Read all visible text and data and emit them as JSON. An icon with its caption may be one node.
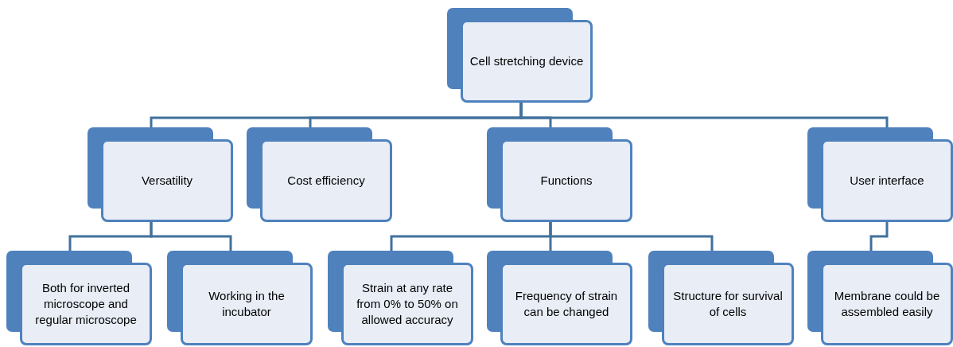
{
  "diagram": {
    "nodes": [
      {
        "text": [
          "Cell stretching device"
        ]
      },
      {
        "text": [
          "Versatility"
        ]
      },
      {
        "text": [
          "Cost efficiency"
        ]
      },
      {
        "text": [
          "Functions"
        ]
      },
      {
        "text": [
          "User interface"
        ]
      },
      {
        "text": [
          "Both for inverted microscope and regular microscope"
        ]
      },
      {
        "text": [
          "Working in the incubator"
        ]
      },
      {
        "text": [
          "Strain at any rate from 0% to 50% on allowed accuracy"
        ]
      },
      {
        "text": [
          "Frequency of strain can be changed"
        ]
      },
      {
        "text": [
          "Structure for survival of cells"
        ]
      },
      {
        "text": [
          "Membrane could be assembled easily"
        ]
      }
    ],
    "edges": [
      {
        "from": 0,
        "to": 1,
        "arrow": "none"
      },
      {
        "from": 0,
        "to": 2,
        "arrow": "none"
      },
      {
        "from": 0,
        "to": 3,
        "arrow": "none"
      },
      {
        "from": 0,
        "to": 4,
        "arrow": "none"
      },
      {
        "from": 1,
        "to": 5,
        "arrow": "none"
      },
      {
        "from": 1,
        "to": 6,
        "arrow": "none"
      },
      {
        "from": 3,
        "to": 7,
        "arrow": "none"
      },
      {
        "from": 3,
        "to": 8,
        "arrow": "none"
      },
      {
        "from": 3,
        "to": 9,
        "arrow": "none"
      },
      {
        "from": 4,
        "to": 10,
        "arrow": "none"
      }
    ]
  }
}
